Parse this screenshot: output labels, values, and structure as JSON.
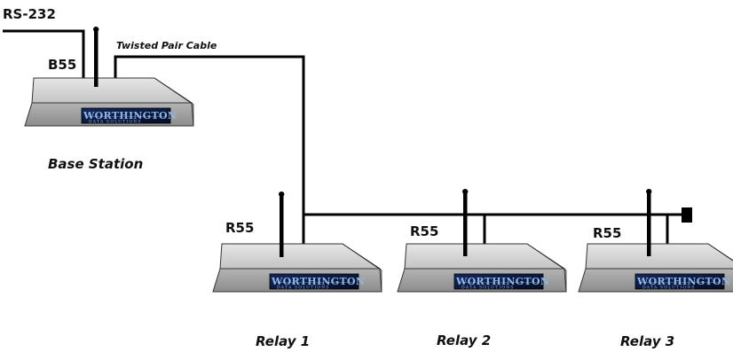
{
  "labels": {
    "rs232": "RS-232",
    "cable": "Twisted Pair Cable",
    "base_model": "B55",
    "base_caption": "Base Station",
    "relay_model": "R55",
    "relay1_caption": "Relay 1",
    "relay2_caption": "Relay 2",
    "relay3_caption": "Relay 3"
  },
  "brand": {
    "name": "WORTHINGTON",
    "tagline": "DATA SOLUTIONS"
  },
  "colors": {
    "line": "#000000",
    "device_body": "#c9c9c9",
    "brand_plate": "#0b1a3e",
    "brand_text": "#8fb6e8"
  }
}
